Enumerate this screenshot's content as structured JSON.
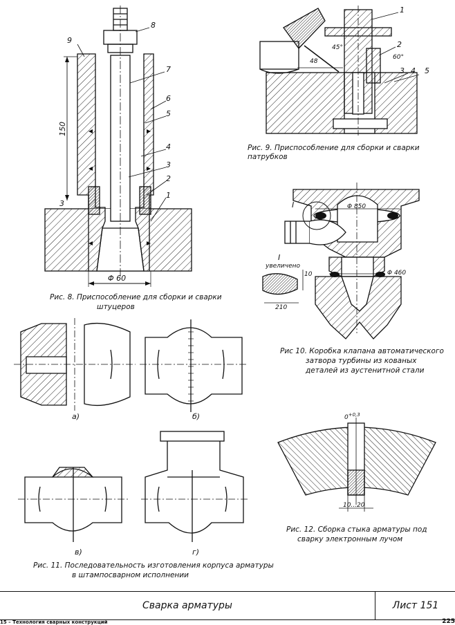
{
  "fig8": {
    "caption_line1": "Рис. 8. Приспособление для сборки и сварки",
    "caption_line2": "штуцеров",
    "callouts": [
      "1",
      "2",
      "3",
      "4",
      "5",
      "6",
      "7",
      "8",
      "9"
    ],
    "dim_height": "150",
    "dim_diameter": "Φ 60",
    "dim_gap": "3"
  },
  "fig9": {
    "caption": "Рис. 9. Приспособление для сборки и сварки патрубков",
    "callouts": [
      "1",
      "2",
      "3",
      "4",
      "5"
    ],
    "dim_48": "48",
    "angle_45": "45°",
    "angle_60": "60°"
  },
  "fig10": {
    "caption_line1": "Рис 10. Коробка клапана автоматического",
    "caption_line2": "затвора турбины из кованых",
    "caption_line3": "деталей из аустенитной стали",
    "dim_850": "Φ 850",
    "dim_460": "Φ 460",
    "detail_label": "I",
    "detail_label2": "I",
    "detail_note": "увеличено",
    "dim_10": "10",
    "dim_210": "210"
  },
  "fig11": {
    "caption_line1": "Рис. 11. Последовательность изготовления корпуса арматуры",
    "caption_line2": "в штампосварном исполнении",
    "sub_a": "а)",
    "sub_b": "б)",
    "sub_v": "в)",
    "sub_g": "г)"
  },
  "fig12": {
    "caption_line1": "Рис. 12. Сборка стыка арматуры под",
    "caption_line2": "сварку электронным лучом",
    "gap_tol": "0",
    "gap_tol_sup": "+0,3",
    "dim_width": "10...20"
  },
  "title_block": {
    "title": "Сварка арматуры",
    "sheet": "Лист 151"
  },
  "footer": {
    "left": "15 – Технология сварных конструкций",
    "right": "225"
  }
}
